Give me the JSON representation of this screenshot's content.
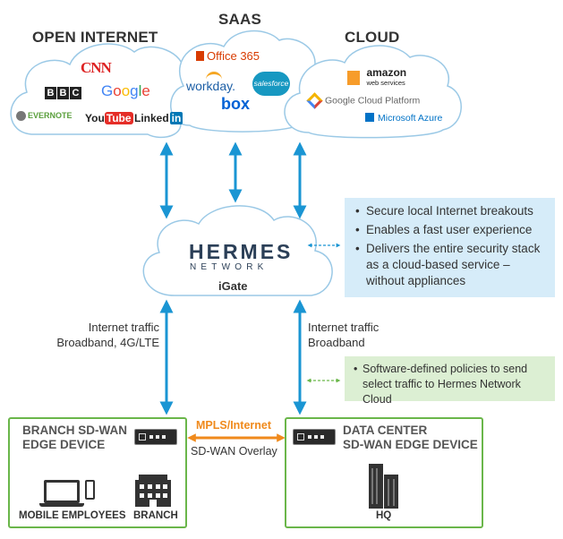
{
  "headings": {
    "open_internet": "OPEN INTERNET",
    "saas": "SAAS",
    "cloud": "CLOUD"
  },
  "open_internet_logos": {
    "cnn": "CNN",
    "bbc": [
      "B",
      "B",
      "C"
    ],
    "google": [
      "G",
      "o",
      "o",
      "g",
      "l",
      "e"
    ],
    "evernote": "EVERNOTE",
    "youtube_you": "You",
    "youtube_tube": "Tube",
    "linkedin_linked": "Linked",
    "linkedin_in": "in"
  },
  "saas_logos": {
    "office365": "Office 365",
    "workday": "workday.",
    "salesforce": "salesforce",
    "box": "box"
  },
  "cloud_logos": {
    "amazon": "amazon",
    "amazon_sub": "web services",
    "google_cloud": "Google Cloud Platform",
    "azure": "Microsoft Azure"
  },
  "hermes": {
    "logo_main": "HERMES",
    "logo_sub": "NETWORK",
    "label": "iGate"
  },
  "benefits": [
    "Secure local Internet breakouts",
    "Enables a fast user experience",
    "Delivers the entire security stack as a cloud-based service – without appliances"
  ],
  "policies": [
    "Software-defined policies to send select traffic to Hermes Network Cloud"
  ],
  "traffic": {
    "left_line1": "Internet traffic",
    "left_line2": "Broadband, 4G/LTE",
    "right_line1": "Internet traffic",
    "right_line2": "Broadband"
  },
  "branch": {
    "title_line1": "BRANCH SD-WAN",
    "title_line2": "EDGE DEVICE",
    "mobile_caption": "MOBILE EMPLOYEES",
    "branch_caption": "BRANCH"
  },
  "datacenter": {
    "title_line1": "DATA CENTER",
    "title_line2": "SD-WAN EDGE DEVICE",
    "hq_caption": "HQ"
  },
  "link": {
    "mpls_label": "MPLS/Internet",
    "overlay_label": "SD-WAN Overlay"
  },
  "colors": {
    "arrow_blue": "#1a95d3",
    "green": "#6ab64a",
    "orange": "#f08a1c",
    "info_blue_bg": "#d6ecf9",
    "info_green_bg": "#dcefd3"
  }
}
